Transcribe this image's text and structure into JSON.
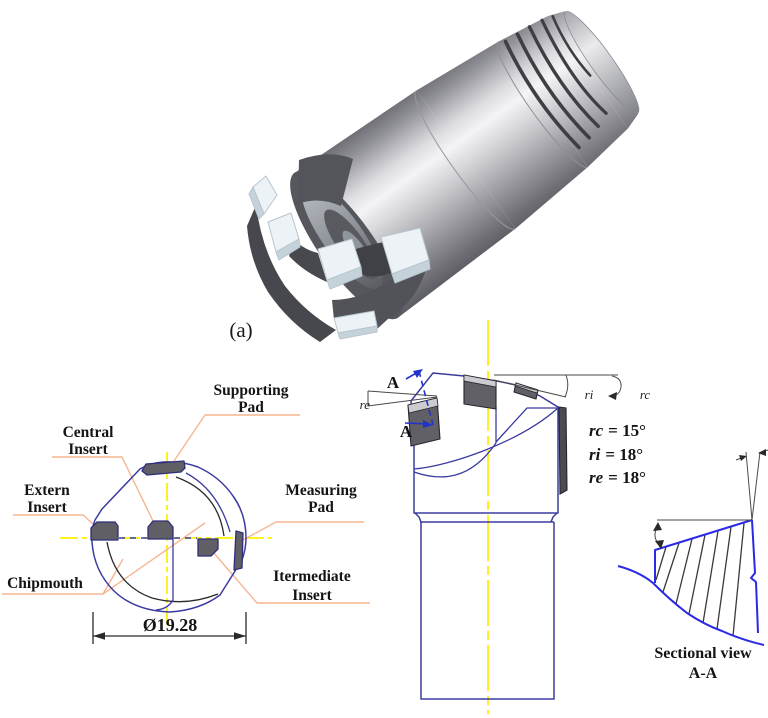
{
  "panel": {
    "a_label": "(a)"
  },
  "front_view": {
    "labels": {
      "supporting_pad": [
        "Supporting",
        "Pad"
      ],
      "central_insert": [
        "Central",
        "Insert"
      ],
      "extern_insert": [
        "Extern",
        "Insert"
      ],
      "measuring_pad": [
        "Measuring",
        "Pad"
      ],
      "chipmouth": [
        "Chipmouth"
      ],
      "itermediate_insert": [
        "Itermediate",
        "Insert"
      ]
    },
    "diameter_label": "Ø19.28"
  },
  "side_view": {
    "section_label": "A",
    "ref_labels": {
      "re": "re",
      "ri": "ri",
      "rc": "rc"
    },
    "equations": [
      {
        "name": "rc",
        "value": "= 15°"
      },
      {
        "name": "ri",
        "value": "= 18°"
      },
      {
        "name": "re",
        "value": "= 18°"
      }
    ]
  },
  "section_view": {
    "title_line1": "Sectional view",
    "title_line2": "A-A"
  },
  "colors": {
    "outline_blue": "#3b3ba0",
    "section_blue": "#2a2ae6",
    "leader_salmon": "#f6b690",
    "centerline_yellow": "#ffee00",
    "insert_gray": "#5f5f65",
    "hatch_gray": "#3a3a3a",
    "metal_highlight": "#f4f4f6",
    "metal_dark": "#5a5a60",
    "insert_white": "#edf2f6"
  }
}
